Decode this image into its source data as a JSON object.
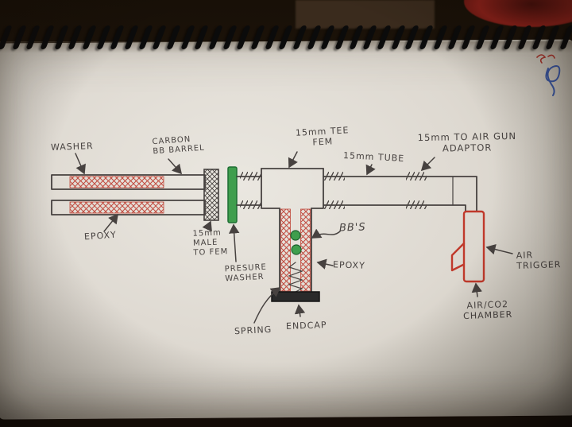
{
  "diagram": {
    "labels": {
      "washer": "WASHER",
      "carbon_bb_barrel": "CARBON\nBB BARREL",
      "tee_fem": "15mm TEE\nFEM",
      "tube": "15mm TUBE",
      "air_gun_adaptor": "15mm TO AIR GUN\nADAPTOR",
      "epoxy_left": "EPOXY",
      "male_to_fem": "15mm\nMALE\nTO FEM",
      "pressure_washer": "PRESURE\nWASHER",
      "bbs": "BB'S",
      "epoxy_right": "EPOXY",
      "spring": "SPRING",
      "endcap": "ENDCAP",
      "air_trigger": "AIR\nTRIGGER",
      "air_co2_chamber": "AIR/CO2\nCHAMBER"
    },
    "colors": {
      "pencil": "#474240",
      "epoxy_red": "#c14a3e",
      "marker_green": "#3f9e4d",
      "chamber_red": "#c0392b",
      "ink_blue": "#2a4a9e",
      "paper": "#ddd8cf"
    }
  }
}
